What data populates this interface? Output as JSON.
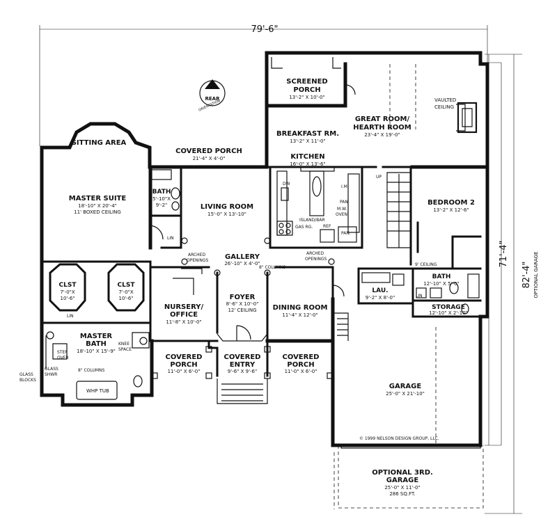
{
  "dimensions": {
    "overall_width": "79'-6\"",
    "right_height": "71'-4\"",
    "total_height": "82'-4\"",
    "optional_garage_label": "OPTIONAL GARAGE"
  },
  "orientation": {
    "label": "REAR",
    "sublabel": "ORIENTATION"
  },
  "rooms": {
    "screened_porch": {
      "name1": "SCREENED",
      "name2": "PORCH",
      "size": "13'-2\" X 10'-0\""
    },
    "great_room": {
      "name1": "GREAT ROOM/",
      "name2": "HEARTH ROOM",
      "size": "23'-4\" X 19'-0\"",
      "note1": "VAULTED",
      "note2": "CEILING"
    },
    "breakfast": {
      "name": "BREAKFAST RM.",
      "size": "13'-2\" X 11'-0\""
    },
    "kitchen": {
      "name": "KITCHEN",
      "size": "16'-0\" X 13'-6\""
    },
    "sitting_area": {
      "name": "SITTING AREA"
    },
    "covered_porch_rear": {
      "name": "COVERED PORCH",
      "size": "21'-4\" X 4'-0\""
    },
    "master_suite": {
      "name": "MASTER SUITE",
      "size": "18'-10\" X 20'-4\"",
      "note": "11' BOXED CEILING"
    },
    "bath1": {
      "name": "BATH",
      "size1": "5'-10\"X",
      "size2": "9'-2\""
    },
    "living_room": {
      "name": "LIVING ROOM",
      "size": "15'-0\" X 13'-10\""
    },
    "bedroom2": {
      "name": "BEDROOM 2",
      "size": "13'-2\" X 12'-6\""
    },
    "gallery": {
      "name": "GALLERY",
      "size": "26'-10\" X 4'-0\""
    },
    "bath2": {
      "name": "BATH",
      "size": "12'-10\" X 5'-0\""
    },
    "clst_left": {
      "name": "CLST",
      "size1": "7'-0\"X",
      "size2": "10'-6\""
    },
    "clst_right": {
      "name": "CLST",
      "size1": "7'-0\"X",
      "size2": "10'-6\""
    },
    "nursery": {
      "name1": "NURSERY/",
      "name2": "OFFICE",
      "size": "11'-8\" X 10'-0\""
    },
    "foyer": {
      "name": "FOYER",
      "size": "8'-6\" X 10'-0\"",
      "note": "12' CEILING"
    },
    "dining": {
      "name": "DINING ROOM",
      "size": "11'-4\" X 12'-0\""
    },
    "laundry": {
      "name": "LAU.",
      "size": "9'-2\" X 8'-0\""
    },
    "storage": {
      "name": "STORAGE",
      "size": "12'-10\" X 2'-10\""
    },
    "master_bath": {
      "name1": "MASTER",
      "name2": "BATH",
      "size": "18'-10\" X 15'-9\""
    },
    "covered_porch_left": {
      "name1": "COVERED",
      "name2": "PORCH",
      "size": "11'-0\" X 6'-0\""
    },
    "covered_entry": {
      "name1": "COVERED",
      "name2": "ENTRY",
      "size": "9'-6\" X 9'-6\""
    },
    "covered_porch_right": {
      "name1": "COVERED",
      "name2": "PORCH",
      "size": "11'-0\" X 6'-0\""
    },
    "garage": {
      "name": "GARAGE",
      "size": "25'-0\" X 21'-10\""
    },
    "optional_garage": {
      "name1": "OPTIONAL 3RD.",
      "name2": "GARAGE",
      "size": "25'-0\" X 11'-0\"",
      "area": "286 SQ.FT."
    }
  },
  "labels": {
    "dw": "DW",
    "im": "I.M.",
    "pan1": "PAN",
    "mw1": "M.W.",
    "mw2": "OVEN",
    "island": "ISLAND/BAR",
    "gas_rg": "GAS RG.",
    "ref": "REF",
    "pan2": "PAN.",
    "lin1": "LIN",
    "lin2": "LIN",
    "lin3": "LIN",
    "up": "UP",
    "arched_left1": "ARCHED",
    "arched_left2": "OPENINGS",
    "arched_right1": "ARCHED",
    "arched_right2": "OPENINGS",
    "columns_gallery": "8\" COLUMNS",
    "nine_ceiling": "9' CEILING",
    "step_over1": "STEP",
    "step_over2": "OVER",
    "knee1": "KNEE",
    "knee2": "SPACE",
    "glass_shwr1": "GLASS",
    "glass_shwr2": "SHWR",
    "glass_blocks1": "GLASS",
    "glass_blocks2": "BLOCKS",
    "columns_bath": "8\" COLUMNS",
    "whp_tub": "WHP TUB",
    "copyright": "© 1999 NELSON DESIGN GROUP, LLC."
  }
}
